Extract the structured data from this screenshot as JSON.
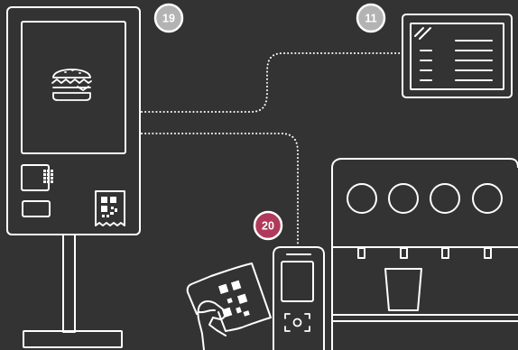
{
  "colors": {
    "background": "#333333",
    "line": "#ffffff",
    "badge_grey": "#b3b3b3",
    "badge_accent": "#b03a5b",
    "badge_ring": "#ffffff"
  },
  "badges": {
    "kiosk": {
      "label": "19",
      "color": "#b3b3b3"
    },
    "menu_board": {
      "label": "11",
      "color": "#b3b3b3"
    },
    "payment_terminal": {
      "label": "20",
      "color": "#b03a5b"
    }
  },
  "icons": {
    "kiosk_screen": "burger-icon",
    "kiosk_card_reader": "keypad-icon",
    "kiosk_receipt": "qr-receipt-icon",
    "scanner_hand": "hand-holding-qr-ticket-icon",
    "scanner_camera": "camera-scan-icon",
    "dispenser_cup": "cup-icon"
  }
}
